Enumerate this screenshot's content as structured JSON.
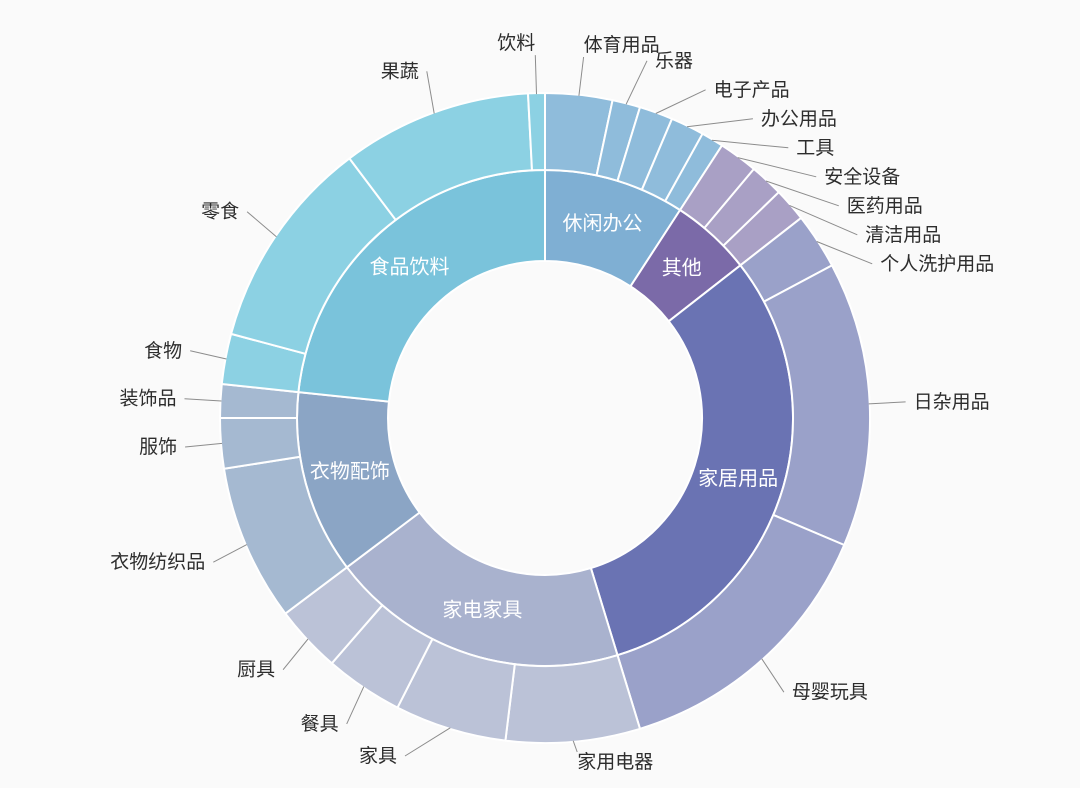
{
  "chart_data": {
    "type": "sunburst",
    "title": "",
    "angle_unit": "degrees_clockwise_from_top",
    "background": "#fafafa",
    "inner_label_color": "#ffffff",
    "outer_label_color": "#2d2d2d",
    "leader_line_color": "#8c8c8c",
    "families": [
      {
        "label": "休闲办公",
        "start": 0,
        "end": 33,
        "color": "#7FAFD3",
        "child_color": "#8FBCDB",
        "children": [
          {
            "label": "体育用品",
            "start": 0,
            "end": 12
          },
          {
            "label": "乐器",
            "start": 12,
            "end": 17
          },
          {
            "label": "电子产品",
            "start": 17,
            "end": 23
          },
          {
            "label": "办公用品",
            "start": 23,
            "end": 29
          },
          {
            "label": "工具",
            "start": 29,
            "end": 33
          }
        ]
      },
      {
        "label": "其他",
        "start": 33,
        "end": 52,
        "color": "#7B6AA8",
        "child_color": "#A9A0C5",
        "children": [
          {
            "label": "安全设备",
            "start": 33,
            "end": 40
          },
          {
            "label": "医药用品",
            "start": 40,
            "end": 46
          },
          {
            "label": "清洁用品",
            "start": 46,
            "end": 52
          }
        ]
      },
      {
        "label": "家居用品",
        "start": 52,
        "end": 163,
        "color": "#6A73B3",
        "child_color": "#9AA1C9",
        "children": [
          {
            "label": "个人洗护用品",
            "start": 52,
            "end": 62
          },
          {
            "label": "日杂用品",
            "start": 62,
            "end": 113
          },
          {
            "label": "母婴玩具",
            "start": 113,
            "end": 163
          }
        ]
      },
      {
        "label": "家电家具",
        "start": 163,
        "end": 233,
        "color": "#A9B2CE",
        "child_color": "#BBC2D7",
        "children": [
          {
            "label": "家用电器",
            "start": 163,
            "end": 187
          },
          {
            "label": "家具",
            "start": 187,
            "end": 207
          },
          {
            "label": "餐具",
            "start": 207,
            "end": 221
          },
          {
            "label": "厨具",
            "start": 221,
            "end": 233
          }
        ]
      },
      {
        "label": "衣物配饰",
        "start": 233,
        "end": 276,
        "color": "#8BA5C5",
        "child_color": "#A5B9D1",
        "children": [
          {
            "label": "衣物纺织品",
            "start": 233,
            "end": 261
          },
          {
            "label": "服饰",
            "start": 261,
            "end": 270
          },
          {
            "label": "装饰品",
            "start": 270,
            "end": 276
          }
        ]
      },
      {
        "label": "食品饮料",
        "start": 276,
        "end": 360,
        "color": "#7AC3DB",
        "child_color": "#8CD1E3",
        "children": [
          {
            "label": "食物",
            "start": 276,
            "end": 285
          },
          {
            "label": "零食",
            "start": 285,
            "end": 323
          },
          {
            "label": "果蔬",
            "start": 323,
            "end": 357
          },
          {
            "label": "饮料",
            "start": 357,
            "end": 360
          }
        ]
      }
    ]
  }
}
